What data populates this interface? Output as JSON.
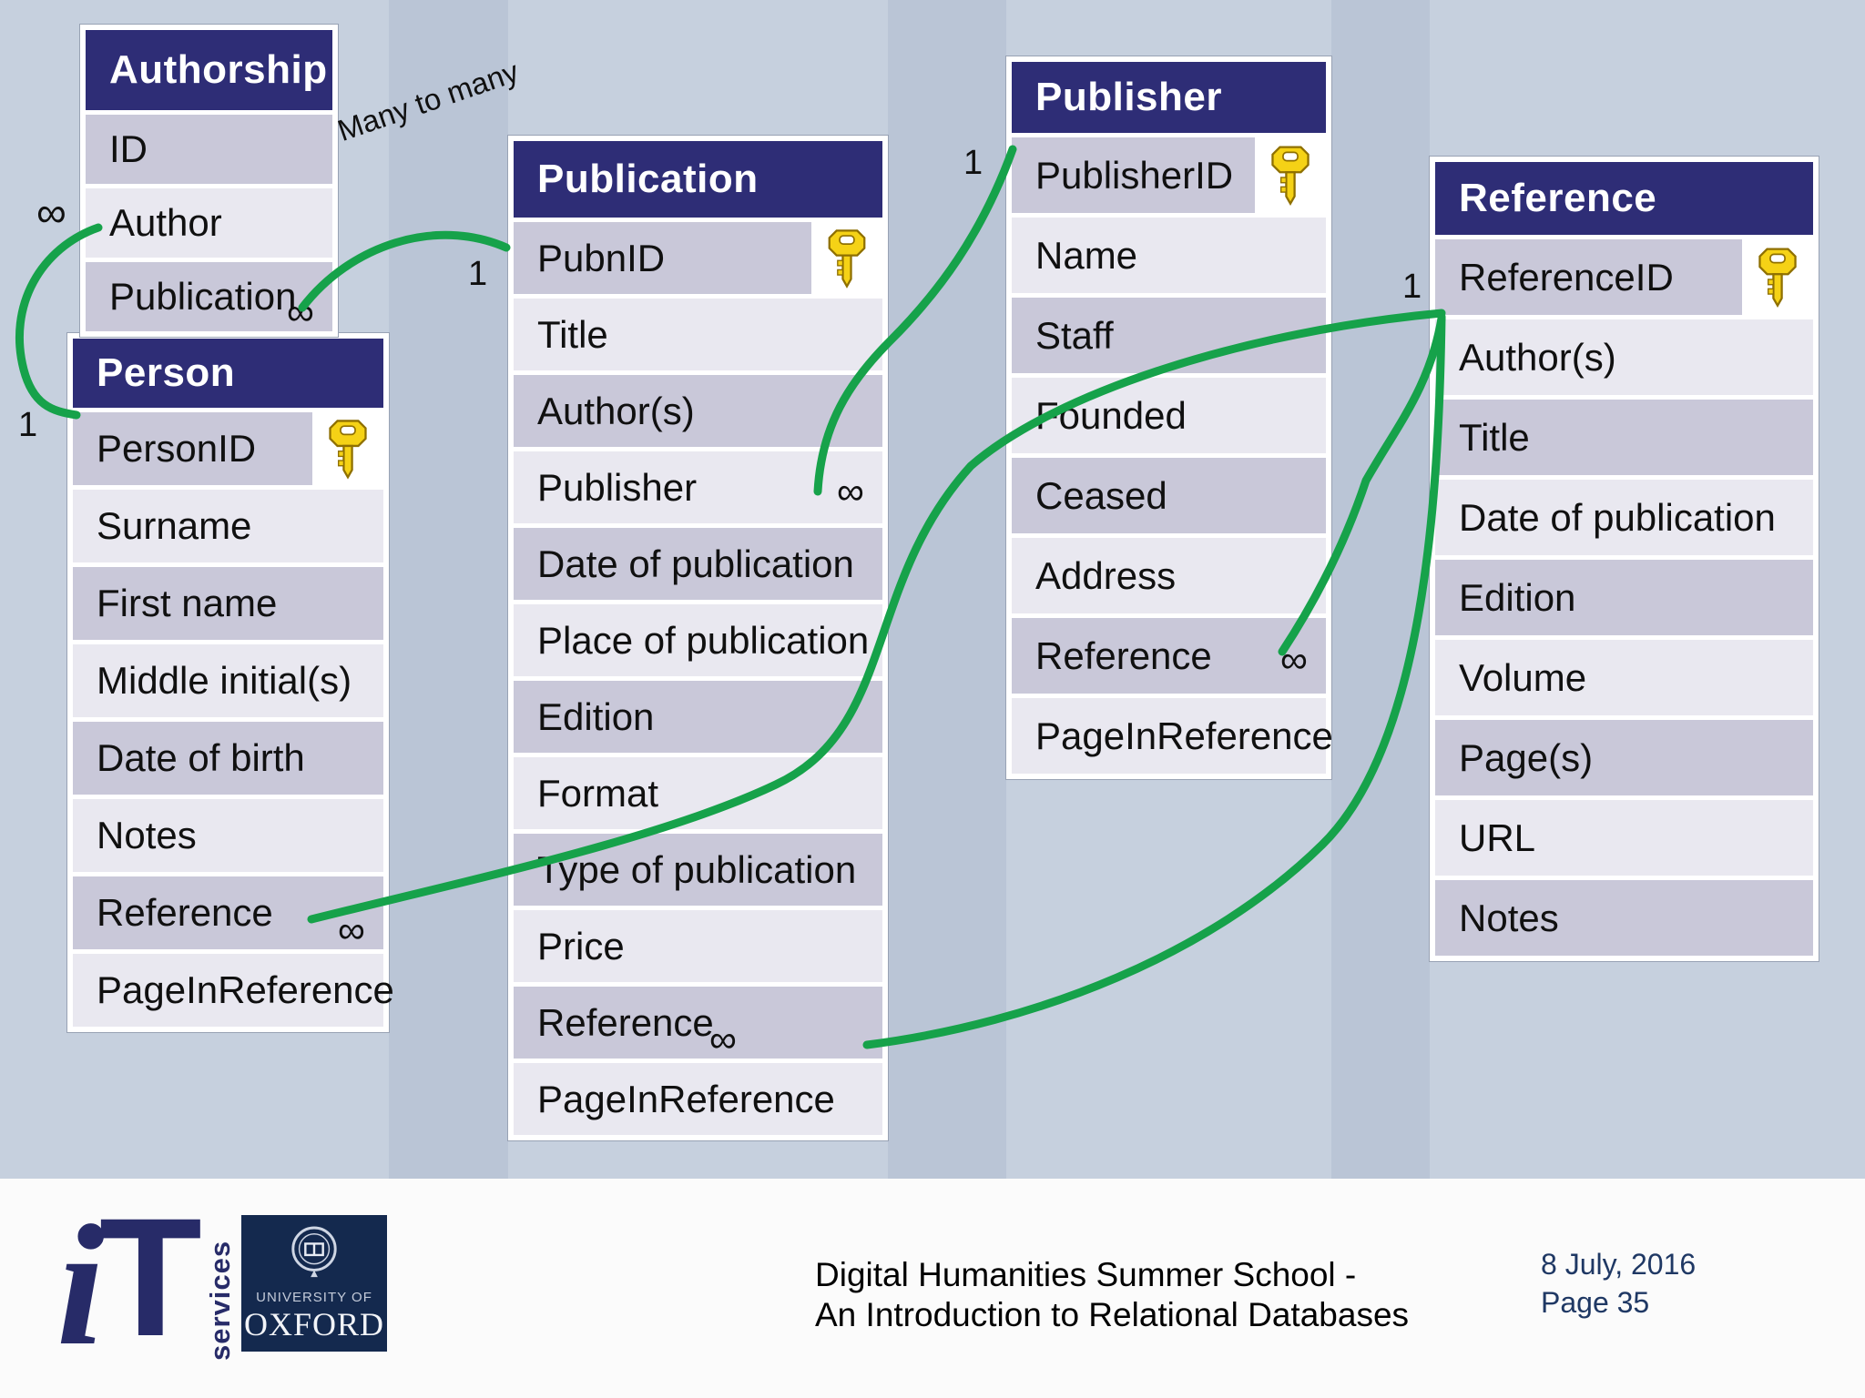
{
  "slide": {
    "kind": "entity-relationship diagram",
    "background_color": "#c6d0de",
    "table_header_color": "#2e2d76",
    "row_colors": [
      "#c9c8d9",
      "#e9e8f0"
    ],
    "relationship_line_color": "#16a24a",
    "key_icon_color": "#f5d216"
  },
  "labels": {
    "one": "1",
    "many": "∞",
    "many_to_many": "Many to many"
  },
  "icons": {
    "primary_key": "key-icon",
    "many_cardinality": "infinity-symbol"
  },
  "tables": {
    "authorship": {
      "title": "Authorship",
      "rows": [
        {
          "label": "ID"
        },
        {
          "label": "Author"
        },
        {
          "label": "Publication",
          "inf": true
        }
      ]
    },
    "person": {
      "title": "Person",
      "rows": [
        {
          "label": "PersonID",
          "key": true
        },
        {
          "label": "Surname"
        },
        {
          "label": "First name"
        },
        {
          "label": "Middle initial(s)"
        },
        {
          "label": "Date of birth"
        },
        {
          "label": "Notes"
        },
        {
          "label": "Reference",
          "inf": true
        },
        {
          "label": "PageInReference"
        }
      ]
    },
    "publication": {
      "title": "Publication",
      "rows": [
        {
          "label": "PubnID",
          "key": true
        },
        {
          "label": "Title"
        },
        {
          "label": "Author(s)"
        },
        {
          "label": "Publisher",
          "inf": true
        },
        {
          "label": "Date of publication"
        },
        {
          "label": "Place of publication"
        },
        {
          "label": "Edition"
        },
        {
          "label": "Format"
        },
        {
          "label": "Type of publication"
        },
        {
          "label": "Price"
        },
        {
          "label": "Reference",
          "inf": true
        },
        {
          "label": "PageInReference"
        }
      ]
    },
    "publisher": {
      "title": "Publisher",
      "rows": [
        {
          "label": "PublisherID",
          "key": true
        },
        {
          "label": "Name"
        },
        {
          "label": "Staff"
        },
        {
          "label": "Founded"
        },
        {
          "label": "Ceased"
        },
        {
          "label": "Address"
        },
        {
          "label": "Reference",
          "inf": true
        },
        {
          "label": "PageInReference"
        }
      ]
    },
    "reference": {
      "title": "Reference",
      "rows": [
        {
          "label": "ReferenceID",
          "key": true
        },
        {
          "label": "Author(s)"
        },
        {
          "label": "Title"
        },
        {
          "label": "Date of publication"
        },
        {
          "label": "Edition"
        },
        {
          "label": "Volume"
        },
        {
          "label": "Page(s)"
        },
        {
          "label": "URL"
        },
        {
          "label": "Notes"
        }
      ]
    }
  },
  "connections": [
    {
      "from": "Authorship.Author",
      "from_cardinality": "∞",
      "to": "Person.PersonID",
      "to_cardinality": "1"
    },
    {
      "from": "Authorship.Publication",
      "from_cardinality": "∞",
      "to": "Publication.PubnID",
      "to_cardinality": "1",
      "note": "Many to many"
    },
    {
      "from": "Publication.Publisher",
      "from_cardinality": "∞",
      "to": "Publisher.PublisherID",
      "to_cardinality": "1"
    },
    {
      "from": "Publisher.Reference",
      "from_cardinality": "∞",
      "to": "Reference.ReferenceID",
      "to_cardinality": "1"
    },
    {
      "from": "Person.Reference",
      "from_cardinality": "∞",
      "to": "Reference.ReferenceID",
      "to_cardinality": "1"
    },
    {
      "from": "Publication.Reference",
      "from_cardinality": "∞",
      "to": "Reference.ReferenceID",
      "to_cardinality": "1"
    }
  ],
  "footer": {
    "it_logo": {
      "i": "i",
      "t": "T",
      "services": "services"
    },
    "oxford_logo": {
      "line1": "UNIVERSITY OF",
      "line2": "OXFORD"
    },
    "title_line1": "Digital Humanities Summer School -",
    "title_line2": "An Introduction to Relational Databases",
    "date": "8 July, 2016",
    "page": "Page 35"
  }
}
